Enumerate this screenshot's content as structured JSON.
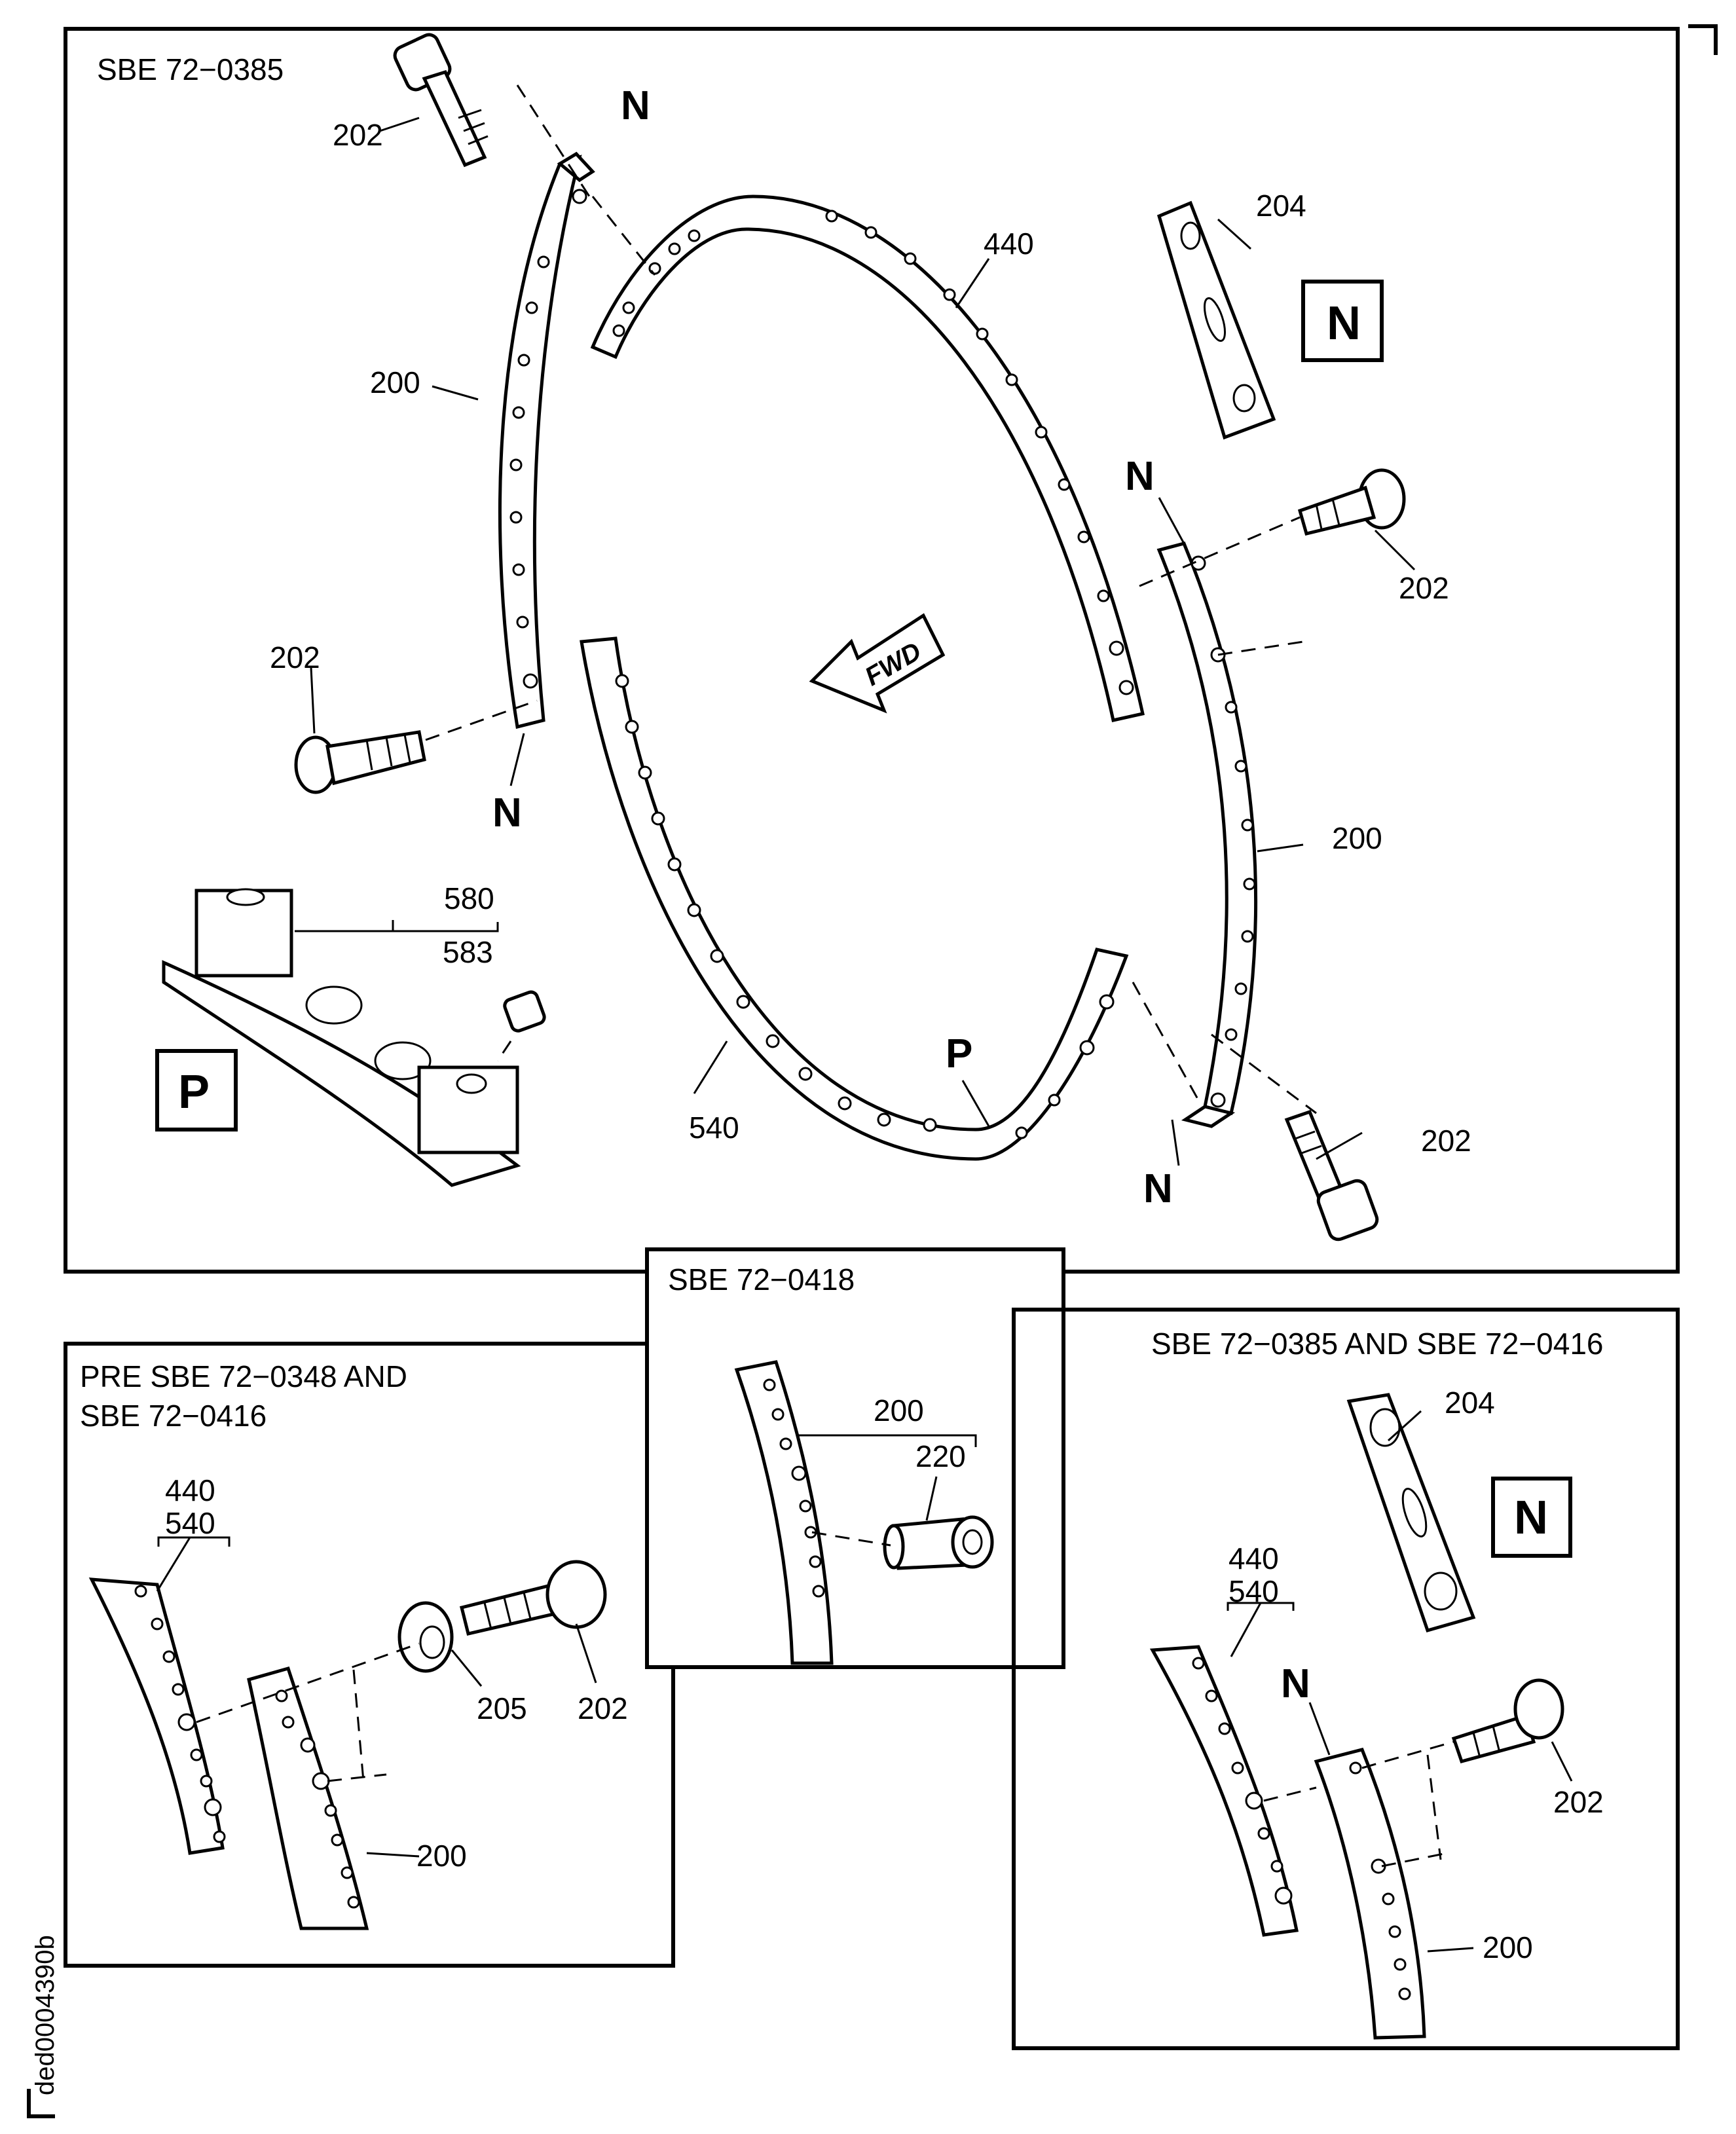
{
  "main_panel": {
    "title": "SBE 72−0385",
    "labels": {
      "bolt_top_left": "202",
      "n_top": "N",
      "ring_440": "440",
      "plate_204": "204",
      "box_n": "N",
      "seg_200_left": "200",
      "n_right_top": "N",
      "bolt_right_top": "202",
      "fwd": "FWD",
      "bolt_left": "202",
      "n_left_bottom": "N",
      "seg_200_right": "200",
      "part_580": "580",
      "part_583": "583",
      "box_p": "P",
      "ring_540": "540",
      "p_label": "P",
      "bolt_right_bottom": "202",
      "n_right_bottom": "N"
    }
  },
  "panel_bl": {
    "title_line1": "PRE SBE 72−0348  AND",
    "title_line2": "SBE 72−0416",
    "label_440": "440",
    "label_540": "540",
    "label_205": "205",
    "label_202": "202",
    "label_200": "200"
  },
  "panel_mid": {
    "title": "SBE 72−0418",
    "label_200": "200",
    "label_220": "220"
  },
  "panel_br": {
    "title": "SBE 72−0385 AND SBE 72−0416",
    "label_204": "204",
    "box_n": "N",
    "label_440": "440",
    "label_540": "540",
    "n_label": "N",
    "label_202": "202",
    "label_200": "200"
  },
  "figure_id": "ded0004390b"
}
